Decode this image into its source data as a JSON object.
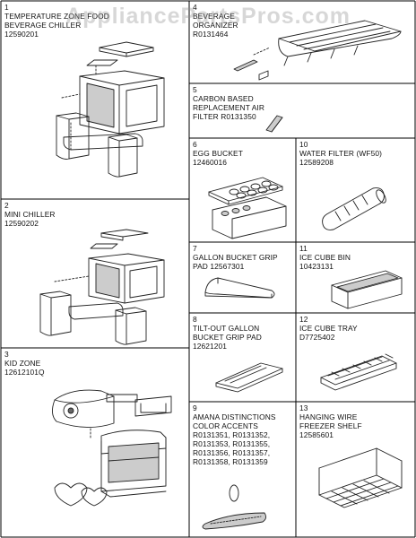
{
  "watermark": "AppliancePartsPros.com",
  "parts": [
    {
      "number": "1",
      "lines": [
        "TEMPERATURE ZONE FOOD",
        "BEVERAGE CHILLER",
        "12590201"
      ]
    },
    {
      "number": "2",
      "lines": [
        "MINI CHILLER",
        "12590202"
      ]
    },
    {
      "number": "3",
      "lines": [
        "KID ZONE",
        "12612101Q"
      ]
    },
    {
      "number": "4",
      "lines": [
        "BEVERAGE",
        "ORGANIZER",
        "R0131464"
      ]
    },
    {
      "number": "5",
      "lines": [
        "CARBON BASED",
        "REPLACEMENT AIR",
        "FILTER R0131350"
      ]
    },
    {
      "number": "6",
      "lines": [
        "EGG BUCKET",
        "12460016"
      ]
    },
    {
      "number": "10",
      "lines": [
        "WATER FILTER (WF50)",
        "12589208"
      ]
    },
    {
      "number": "7",
      "lines": [
        "GALLON BUCKET GRIP",
        "PAD 12567301"
      ]
    },
    {
      "number": "11",
      "lines": [
        "ICE CUBE BIN",
        "10423131"
      ]
    },
    {
      "number": "8",
      "lines": [
        "TILT-OUT GALLON",
        "BUCKET GRIP PAD",
        "12621201"
      ]
    },
    {
      "number": "12",
      "lines": [
        "ICE CUBE TRAY",
        "D7725402"
      ]
    },
    {
      "number": "9",
      "lines": [
        "AMANA DISTINCTIONS",
        "COLOR ACCENTS",
        "R0131351, R0131352,",
        "R0131353, R0131355,",
        "R0131356, R0131357,",
        "R0131358, R0131359"
      ]
    },
    {
      "number": "13",
      "lines": [
        "HANGING WIRE",
        "FREEZER SHELF",
        "12585601"
      ]
    }
  ]
}
